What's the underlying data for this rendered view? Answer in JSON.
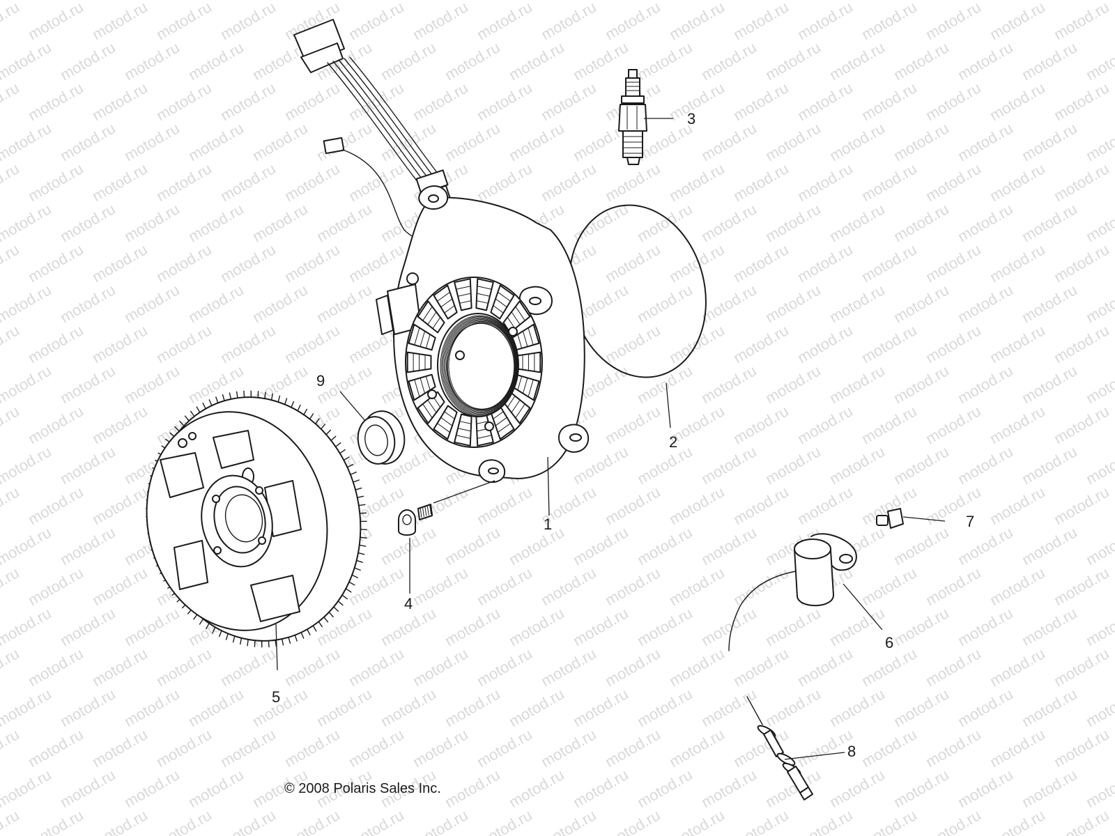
{
  "watermark": "motod.ru",
  "callouts": [
    {
      "id": "1",
      "label": "1"
    },
    {
      "id": "2",
      "label": "2"
    },
    {
      "id": "3",
      "label": "3"
    },
    {
      "id": "4",
      "label": "4"
    },
    {
      "id": "5",
      "label": "5"
    },
    {
      "id": "6",
      "label": "6"
    },
    {
      "id": "7",
      "label": "7"
    },
    {
      "id": "8",
      "label": "8"
    },
    {
      "id": "9",
      "label": "9"
    }
  ],
  "copyright": "© 2008 Polaris Sales Inc.",
  "colors": {
    "line": "#1a1a1a",
    "watermark": "#d9d9d9",
    "background": "#ffffff"
  }
}
